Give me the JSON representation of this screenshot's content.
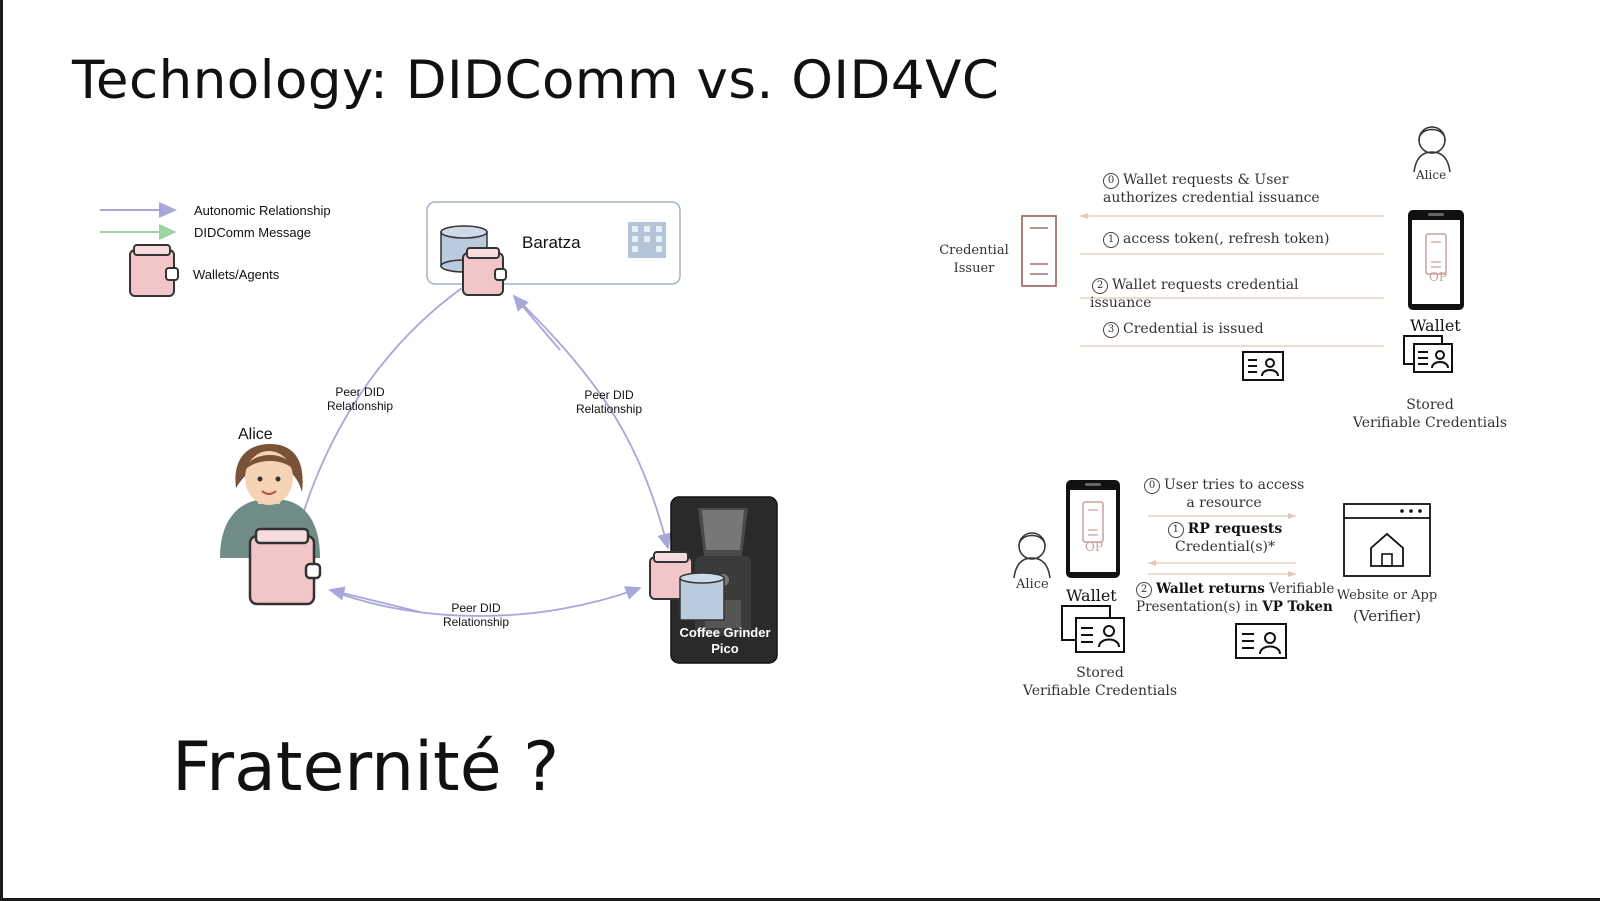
{
  "slide": {
    "title": "Technology: DIDComm vs. OID4VC",
    "bottom_text": "Fraternité ?"
  },
  "didcomm": {
    "legend": {
      "autonomic": "Autonomic Relationship",
      "message": "DIDComm Message",
      "wallets": "Wallets/Agents"
    },
    "nodes": {
      "company": "Baratza",
      "person": "Alice",
      "device_line1": "Coffee Grinder",
      "device_line2": "Pico"
    },
    "edges": {
      "left_line1": "Peer DID",
      "left_line2": "Relationship",
      "right_line1": "Peer DID",
      "right_line2": "Relationship",
      "bottom_line1": "Peer DID",
      "bottom_line2": "Relationship"
    },
    "colors": {
      "autonomic": "#a9a6d9",
      "message": "#9fd4a3",
      "wallet": "#f2c6c8"
    }
  },
  "issuance": {
    "issuer_line1": "Credential",
    "issuer_line2": "Issuer",
    "holder": "Alice",
    "op_label": "OP",
    "wallet_label": "Wallet",
    "stored_line1": "Stored",
    "stored_line2": "Verifiable Credentials",
    "steps": {
      "s0_num": "0",
      "s0_line1": "Wallet requests & User",
      "s0_line2": "authorizes credential issuance",
      "s1_num": "1",
      "s1_line1": "access token(, refresh token)",
      "s2_num": "2",
      "s2_line1": "Wallet requests credential",
      "s2_line2": "issuance",
      "s3_num": "3",
      "s3_line1": "Credential is issued"
    }
  },
  "presentation": {
    "holder": "Alice",
    "op_label": "OP",
    "wallet_label": "Wallet",
    "stored_line1": "Stored",
    "stored_line2": "Verifiable Credentials",
    "verifier_line1": "Website or App",
    "verifier_line2": "(Verifier)",
    "steps": {
      "s0_num": "0",
      "s0_line1": "User tries to  access",
      "s0_line2": "a resource",
      "s1_num": "1",
      "s1_line1": "RP requests",
      "s1_line2": "Credential(s)*",
      "s2_num": "2",
      "s2_bold1": "Wallet returns",
      "s2_rest1": " Verifiable",
      "s2_line2a": "Presentation(s) in ",
      "s2_bold2": "VP Token"
    }
  }
}
